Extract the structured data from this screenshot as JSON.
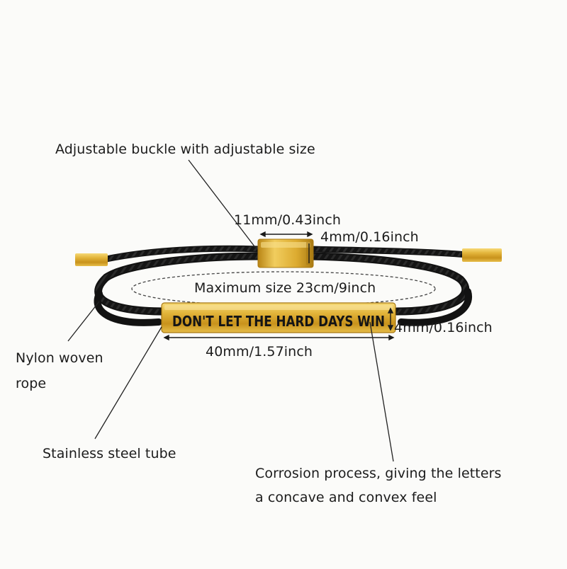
{
  "labels": {
    "buckle": "Adjustable buckle with adjustable size",
    "buckle_length": "11mm/0.43inch",
    "buckle_width": "4mm/0.16inch",
    "max_size": "Maximum size 23cm/9inch",
    "tube_height": "4mm/0.16inch",
    "tube_length": "40mm/1.57inch",
    "rope_line1": "Nylon woven",
    "rope_line2": "rope",
    "tube": "Stainless steel tube",
    "corrosion_line1": "Corrosion process, giving the letters",
    "corrosion_line2": "a concave and convex feel"
  },
  "engraving": "DON'T LET THE HARD DAYS WIN",
  "colors": {
    "gold": "#d9a520",
    "gold_light": "#f3cf5c",
    "gold_dark": "#a87812",
    "rope": "#121212",
    "text": "#1c1c1c"
  }
}
